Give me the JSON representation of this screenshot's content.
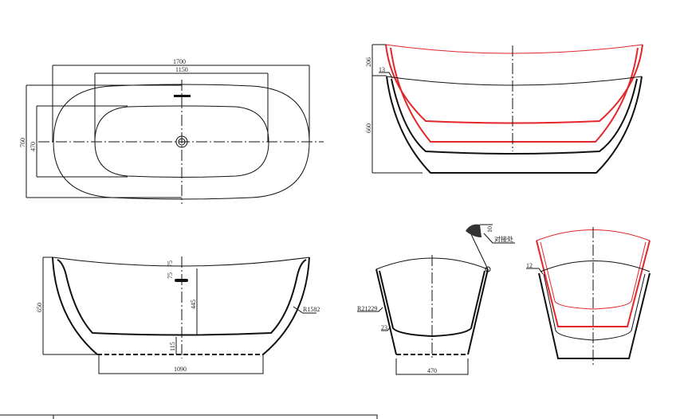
{
  "colors": {
    "outline": "#111111",
    "extended": "#e3262a",
    "background": "#ffffff"
  },
  "top_view": {
    "length": "1700",
    "inner_length": "1150",
    "width": "760",
    "inner_width": "470"
  },
  "side_view": {
    "height": "650",
    "overflow_top": "75",
    "overflow_gap": "75",
    "depth": "445",
    "base_to_drain": "115",
    "base_length": "1090",
    "radius": "R1582"
  },
  "stacked_side_view": {
    "stack_offset": "206",
    "height": "660",
    "gap": "13"
  },
  "end_view": {
    "radius": "R21229",
    "thickness": "23",
    "base_width": "470",
    "detail_size": "10",
    "detail_label": "对接处"
  },
  "stacked_end_view": {
    "gap": "12"
  }
}
